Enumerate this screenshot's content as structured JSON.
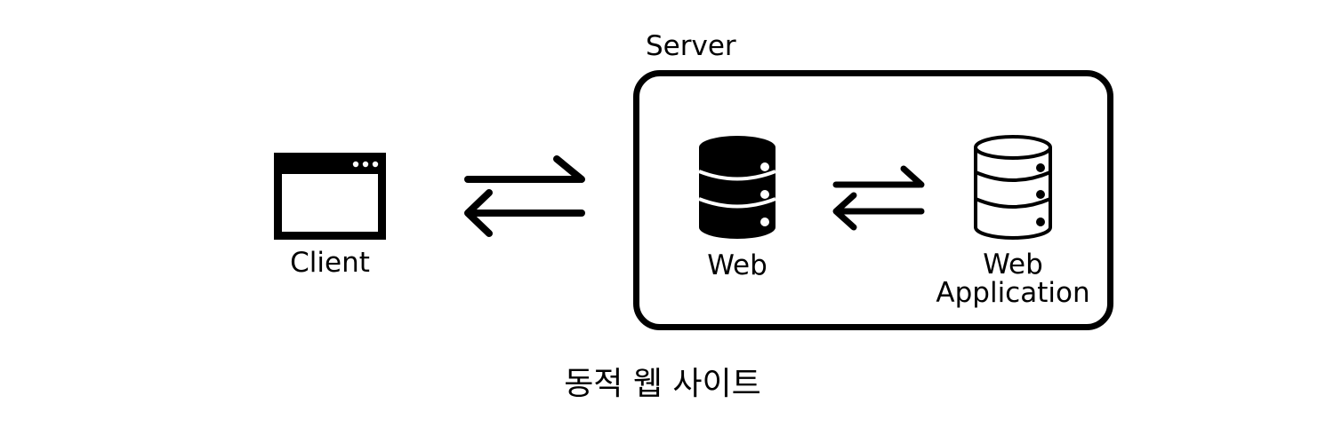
{
  "server": {
    "label": "Server"
  },
  "client": {
    "label": "Client",
    "icon": "browser-window-icon"
  },
  "web": {
    "label": "Web",
    "icon": "database-icon-filled"
  },
  "web_app": {
    "label_line1": "Web",
    "label_line2": "Application",
    "icon": "database-icon-outline"
  },
  "caption": "동적 웹 사이트",
  "colors": {
    "stroke": "#000000",
    "background": "#ffffff"
  }
}
